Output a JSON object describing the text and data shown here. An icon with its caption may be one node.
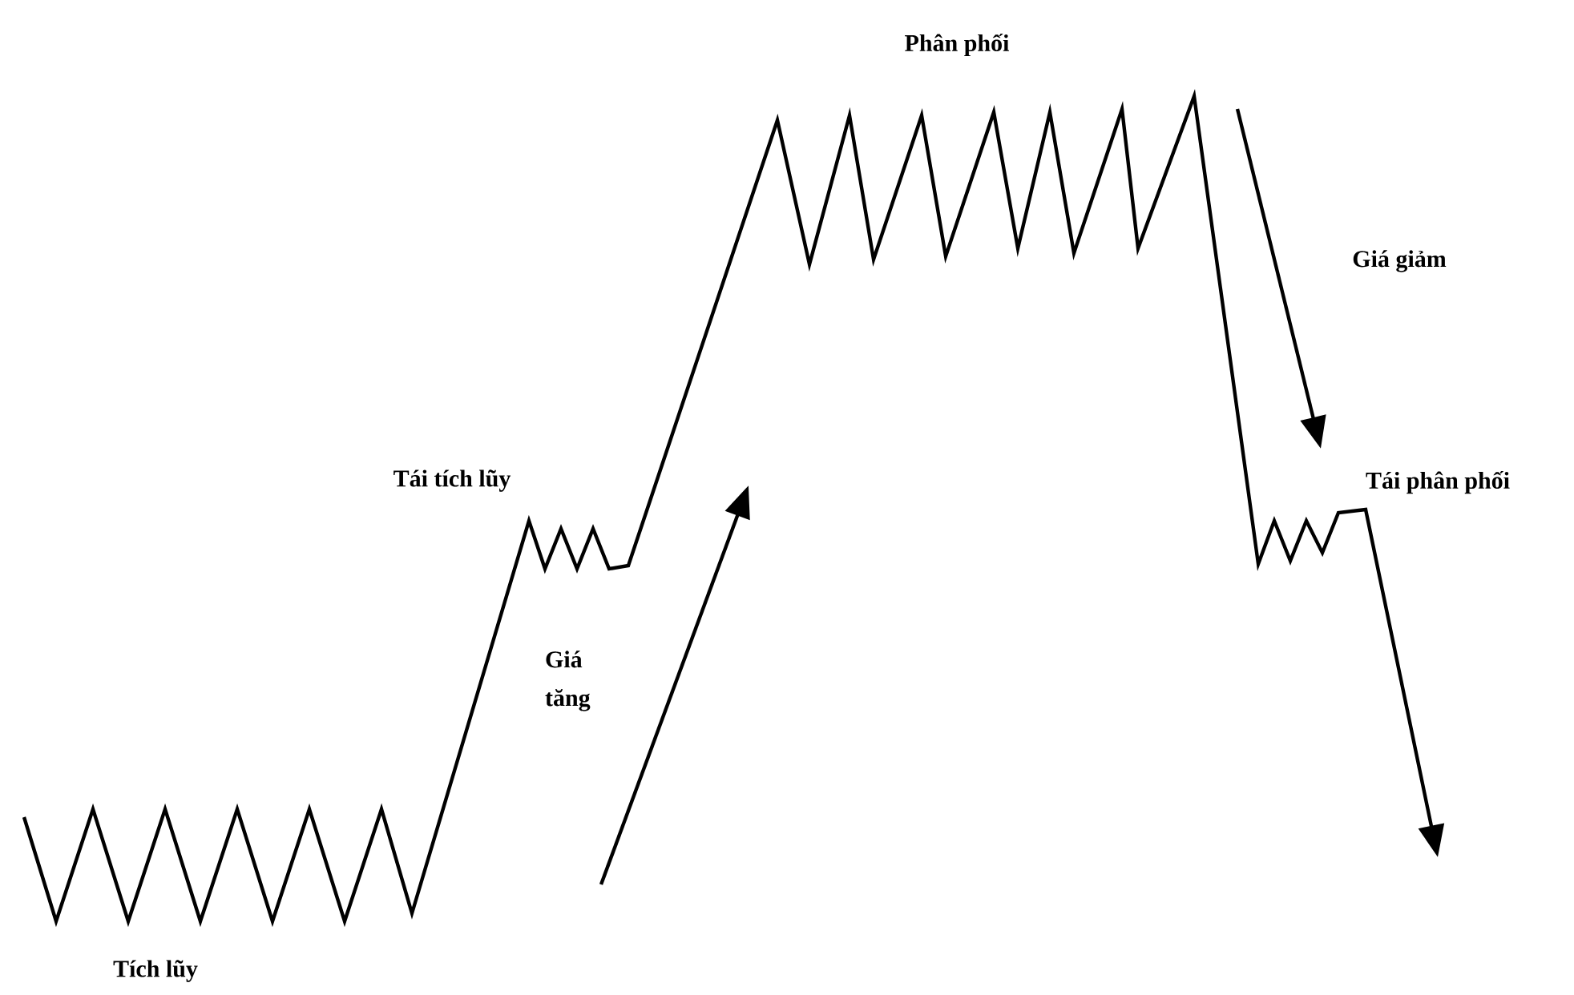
{
  "diagram": {
    "labels": [
      "Phân phối",
      "Giá giảm",
      "Tái tích lũy",
      "Tái phân phối",
      "Giá tăng",
      "Tích lũy"
    ]
  }
}
